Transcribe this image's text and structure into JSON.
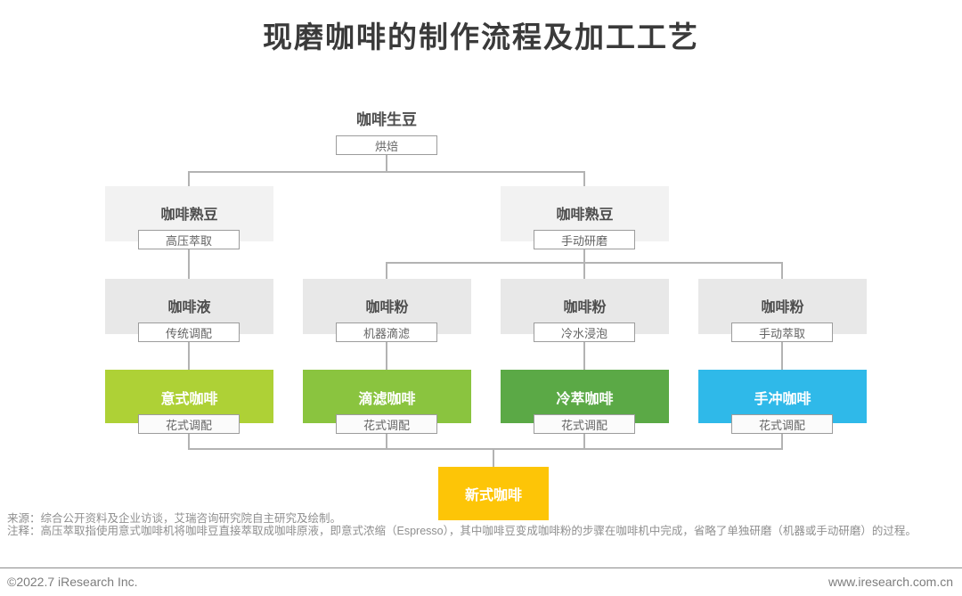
{
  "title": "现磨咖啡的制作流程及加工工艺",
  "flow": {
    "root": {
      "label": "咖啡生豆",
      "process": "烘焙"
    },
    "level2": [
      {
        "label": "咖啡熟豆",
        "process": "高压萃取"
      },
      {
        "label": "咖啡熟豆",
        "process": "手动研磨"
      }
    ],
    "level3": [
      {
        "label": "咖啡液",
        "process": "传统调配"
      },
      {
        "label": "咖啡粉",
        "process": "机器滴滤"
      },
      {
        "label": "咖啡粉",
        "process": "冷水浸泡"
      },
      {
        "label": "咖啡粉",
        "process": "手动萃取"
      }
    ],
    "level4": [
      {
        "label": "意式咖啡",
        "process": "花式调配",
        "color": "#aed136"
      },
      {
        "label": "滴滤咖啡",
        "process": "花式调配",
        "color": "#8ac43f"
      },
      {
        "label": "冷萃咖啡",
        "process": "花式调配",
        "color": "#5ba946"
      },
      {
        "label": "手冲咖啡",
        "process": "花式调配",
        "color": "#2fb9e9"
      }
    ],
    "final": {
      "label": "新式咖啡",
      "color": "#fdc507"
    }
  },
  "colors": {
    "node_gray_light": "#f2f2f2",
    "node_gray_dark": "#e8e8e8",
    "connector": "#b3b3b3",
    "title_text": "#3a3a3a"
  },
  "footer": {
    "source": "来源：综合公开资料及企业访谈，艾瑞咨询研究院自主研究及绘制。",
    "note": "注释：高压萃取指使用意式咖啡机将咖啡豆直接萃取成咖啡原液，即意式浓缩（Espresso），其中咖啡豆变成咖啡粉的步骤在咖啡机中完成，省略了单独研磨（机器或手动研磨）的过程。",
    "copyright": "©2022.7 iResearch Inc.",
    "website": "www.iresearch.com.cn"
  }
}
